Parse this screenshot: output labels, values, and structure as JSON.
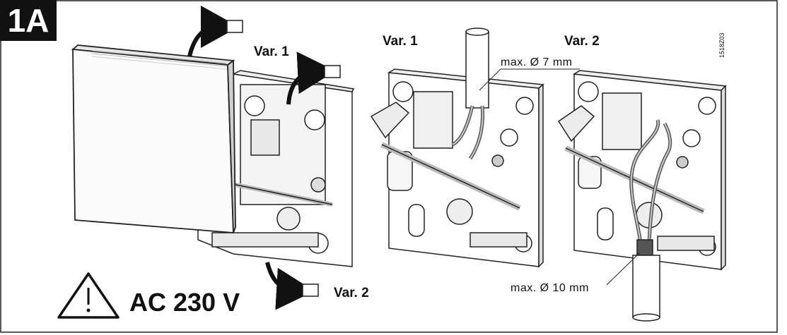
{
  "figure_id": "1A",
  "drawing_code": "1518Z03",
  "labels": {
    "var1_cover": "Var. 1",
    "var2_cover": "Var. 2",
    "var1_title": "Var. 1",
    "var2_title": "Var. 2",
    "max_7": "max. Ø 7 mm",
    "max_10": "max. Ø 10 mm"
  },
  "warning": {
    "icon": "warning-triangle-icon",
    "text": "AC 230 V"
  }
}
